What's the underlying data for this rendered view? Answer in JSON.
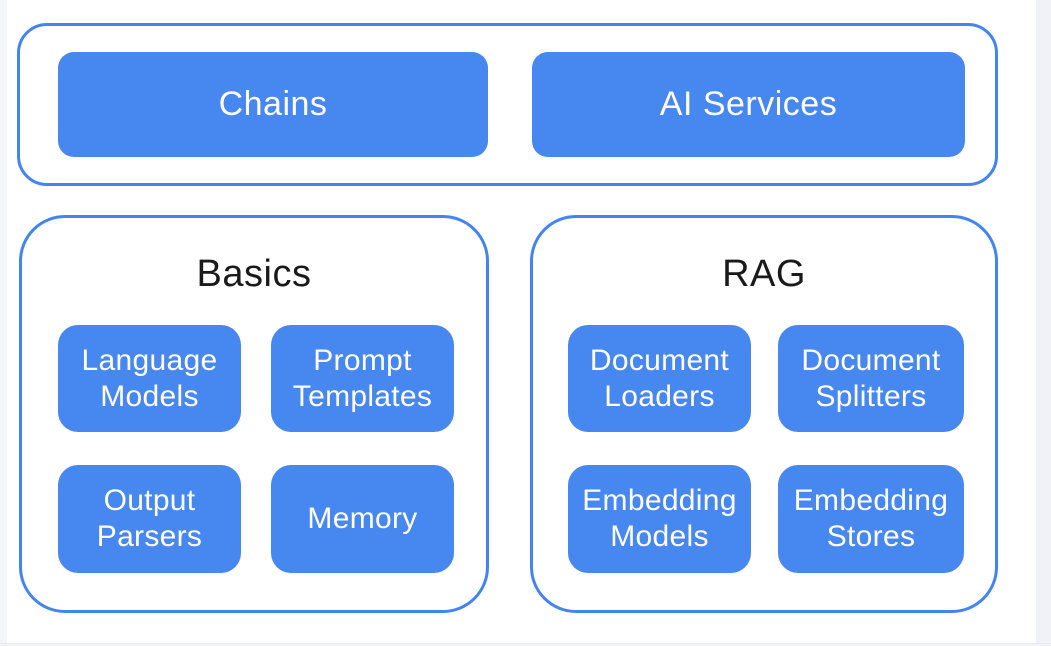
{
  "diagram": {
    "top_section": {
      "nodes": [
        {
          "label": "Chains"
        },
        {
          "label": "AI Services"
        }
      ]
    },
    "sections": [
      {
        "title": "Basics",
        "nodes": [
          {
            "label": "Language Models"
          },
          {
            "label": "Prompt Templates"
          },
          {
            "label": "Output Parsers"
          },
          {
            "label": "Memory"
          }
        ]
      },
      {
        "title": "RAG",
        "nodes": [
          {
            "label": "Document Loaders"
          },
          {
            "label": "Document Splitters"
          },
          {
            "label": "Embedding Models"
          },
          {
            "label": "Embedding Stores"
          }
        ]
      }
    ],
    "colors": {
      "node_fill": "#4787f0",
      "outline": "#4184f2",
      "page_edge": "#f1f2f7",
      "node_text": "#ffffff",
      "title_text": "#1a1a1a"
    }
  }
}
